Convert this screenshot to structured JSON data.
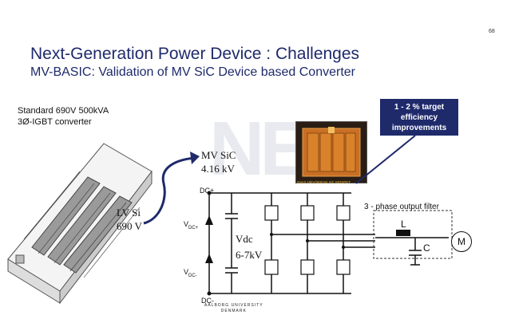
{
  "page_number": "68",
  "title": "Next-Generation Power Device : Challenges",
  "subtitle": "MV-BASIC: Validation of MV SiC Device based Converter",
  "standard_converter": {
    "line1": "Standard 690V 500kVA",
    "line2": "3Ø-IGBT converter"
  },
  "mv_sic": {
    "line1": "MV SiC",
    "line2": "4.16 kV"
  },
  "lv_si": {
    "line1": "LV Si",
    "line2": "690 V"
  },
  "vdc": {
    "line1": "Vdc",
    "line2": "6-7kV"
  },
  "dc_plus": "DC+",
  "dc_minus": "DC-",
  "vdc_plus": {
    "main": "V",
    "sub": "DC+"
  },
  "vdc_minus": {
    "main": "V",
    "sub": "DC-"
  },
  "filter_label": "3 - phase output filter",
  "inductor_label": "L",
  "capacitor_label": "C",
  "motor_label": "M",
  "callout": "1 - 2 % target efficiency improvements",
  "chip_caption": "Gen3 10kV/350mΩ SiC MOSFET",
  "watermark": "NE",
  "footer": {
    "line1": "AALBORG UNIVERSITY",
    "line2": "DENMARK"
  },
  "colors": {
    "title": "#1f2a6b",
    "callout_bg": "#1f2a6b",
    "chip": "#2a1e14",
    "chip_pad": "#d9822b"
  }
}
